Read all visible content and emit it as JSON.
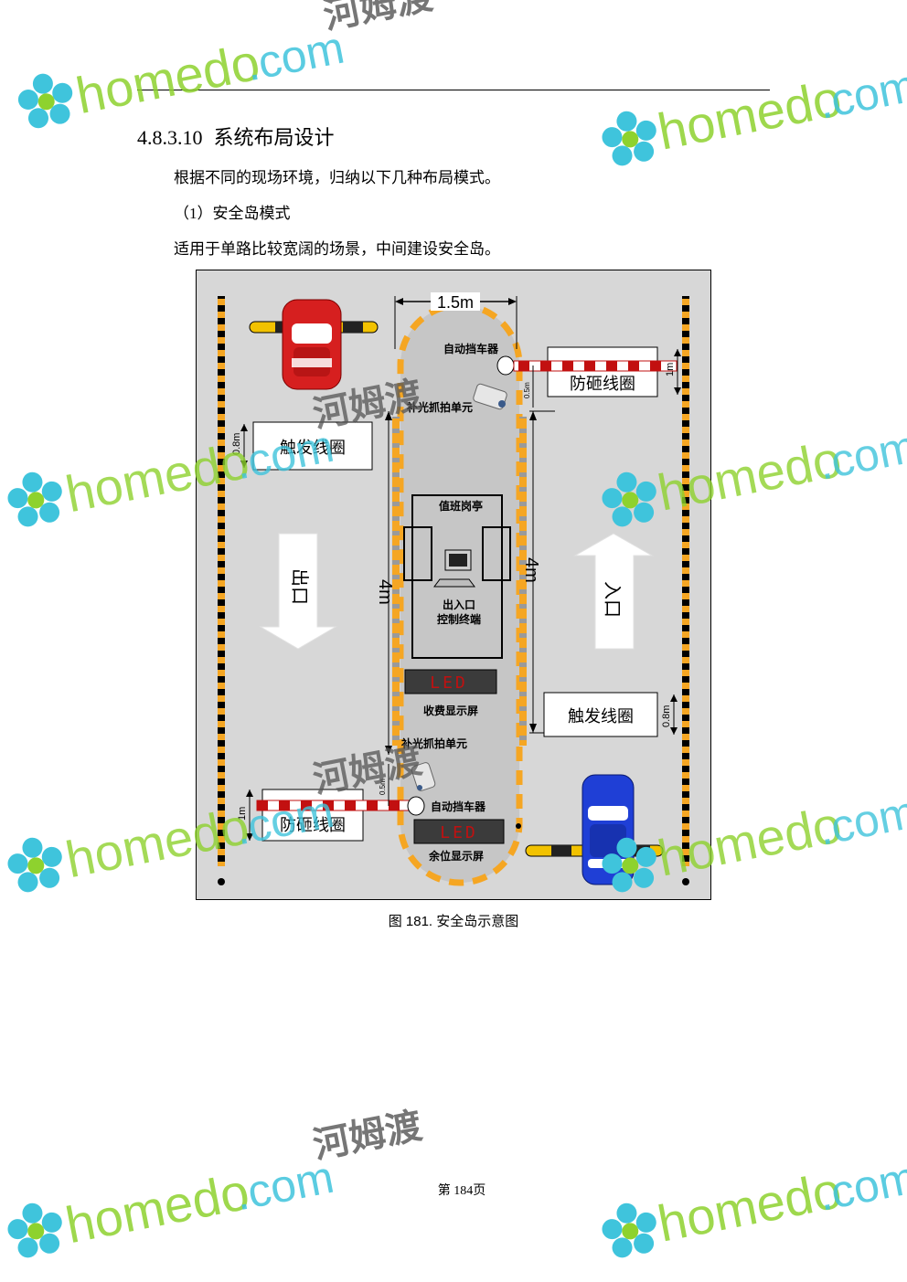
{
  "section": {
    "number": "4.8.3.10",
    "title": "系统布局设计"
  },
  "paragraphs": [
    "根据不同的现场环境，归纳以下几种布局模式。",
    "（1）安全岛模式",
    "适用于单路比较宽阔的场景，中间建设安全岛。"
  ],
  "figure": {
    "caption": "图 181.   安全岛示意图",
    "dim_island_width": "1.5m",
    "dim_left_4m": "4m",
    "dim_right_4m": "4m",
    "dim_1m_top_right": "1m",
    "dim_1m_bottom_left": "1m",
    "dim_08m_left": "0.8m",
    "dim_08m_right": "0.8m",
    "dim_05m_top": "0.5m",
    "dim_05m_bottom": "0.5m",
    "label_barrier_top": "自动挡车器",
    "label_barrier_bottom": "自动挡车器",
    "label_camera_top": "补光抓拍单元",
    "label_camera_bottom": "补光抓拍单元",
    "label_booth": "值班岗亭",
    "label_terminal_line1": "出入口",
    "label_terminal_line2": "控制终端",
    "label_fee_screen": "收费显示屏",
    "label_space_screen": "余位显示屏",
    "led_text": "LED",
    "coil_trigger_left": "触发线圈",
    "coil_trigger_right": "触发线圈",
    "coil_anti_top": "防砸线圈",
    "coil_anti_bottom": "防砸线圈",
    "arrow_exit": "出口",
    "arrow_entry": "入口"
  },
  "watermark": {
    "brand": "homedo",
    "domain": ".com",
    "cn": "河姆渡"
  },
  "page_number": "第 184页",
  "colors": {
    "island": "#c6c6c6",
    "dash_orange": "#f5a623",
    "car_red": "#d61f1f",
    "car_blue": "#1f3fd6",
    "led_red": "#c01010",
    "wm_green": "#8ed22e",
    "wm_cyan": "#3fc4dc"
  }
}
